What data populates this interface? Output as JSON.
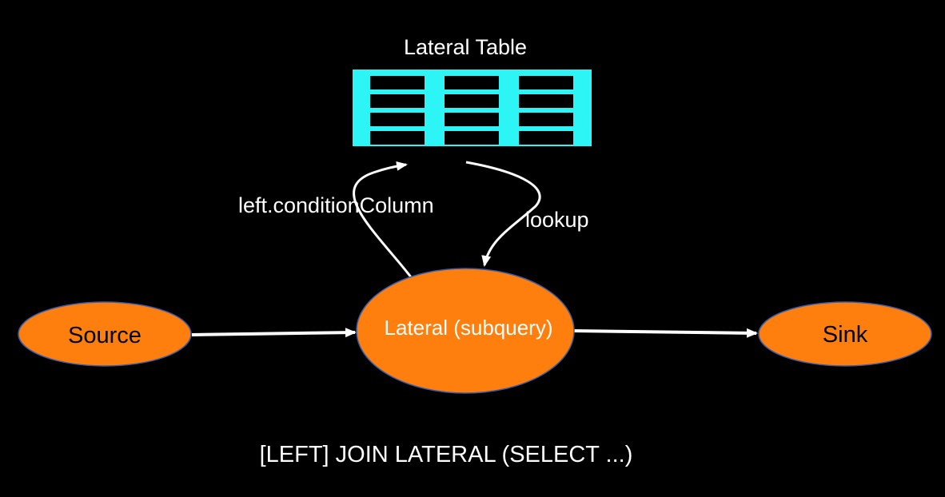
{
  "diagram": {
    "lateral_table": {
      "title": "Lateral Table",
      "rows": 4,
      "columns": 3
    },
    "nodes": {
      "source": "Source",
      "lateral": "Lateral (subquery)",
      "sink": "Sink"
    },
    "edges": {
      "condition_label": "left.conditionColumn",
      "lookup_label": "lookup"
    },
    "caption": "[LEFT] JOIN LATERAL (SELECT ...)"
  },
  "colors": {
    "background": "#000000",
    "node_fill": "#FF7F0E",
    "node_stroke": "#3B5BA9",
    "table_fill": "#2DF5F5",
    "table_cell": "#000000",
    "arrow": "#ffffff",
    "source_text": "#000000",
    "lateral_text": "#ffffff",
    "sink_text": "#000000"
  }
}
